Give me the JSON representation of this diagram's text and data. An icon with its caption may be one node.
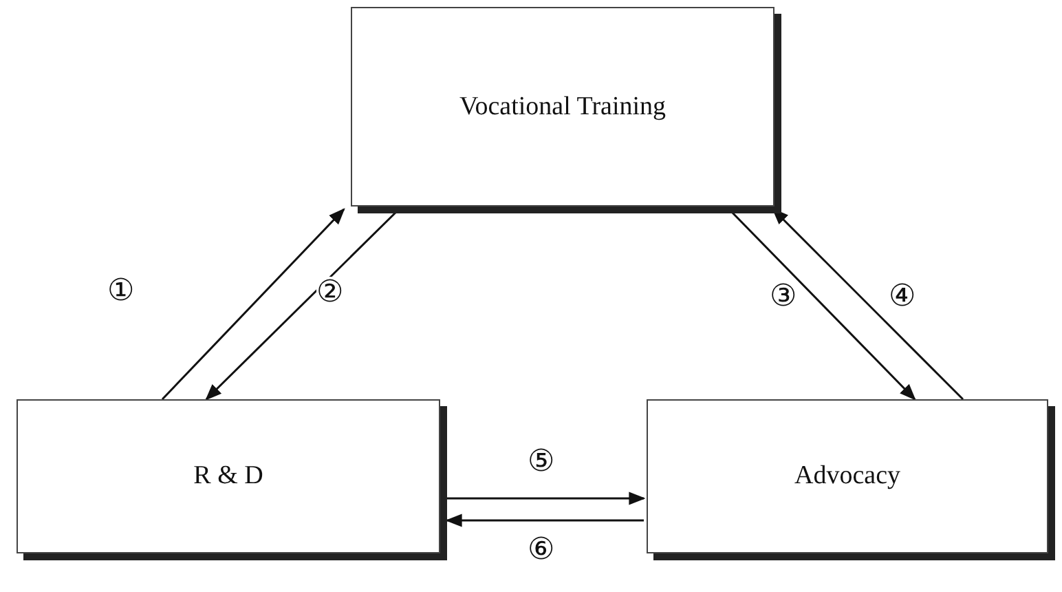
{
  "diagram": {
    "nodes": [
      {
        "text": [
          "Vocational Training"
        ]
      },
      {
        "text": [
          "R & D"
        ]
      },
      {
        "text": [
          "Advocacy"
        ]
      }
    ],
    "edges": [
      {
        "from": 1,
        "to": 0,
        "arrow": "to",
        "label": "①"
      },
      {
        "from": 0,
        "to": 1,
        "arrow": "to",
        "label": "②"
      },
      {
        "from": 0,
        "to": 2,
        "arrow": "to",
        "label": "③"
      },
      {
        "from": 2,
        "to": 0,
        "arrow": "to",
        "label": "④"
      },
      {
        "from": 1,
        "to": 2,
        "arrow": "to",
        "label": "⑤"
      },
      {
        "from": 2,
        "to": 1,
        "arrow": "to",
        "label": "⑥"
      }
    ]
  }
}
